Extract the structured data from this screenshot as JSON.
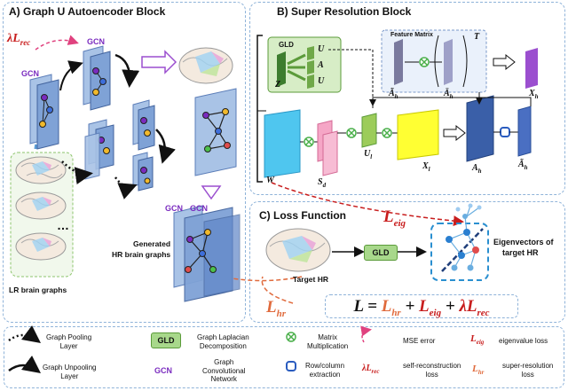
{
  "panels": {
    "a_title": "A) Graph U Autoencoder Block",
    "b_title": "B) Super Resolution Block",
    "c_title": "C) Loss Function"
  },
  "panel_a": {
    "lambda_rec": "λL",
    "lambda_rec_sub": "rec",
    "gcn_labels": [
      "GCN",
      "GCN",
      "GCN",
      "GCN"
    ],
    "lr_caption": "LR brain graphs",
    "ellipsis": "…",
    "generated_caption_1": "Generated",
    "generated_caption_2": "HR brain graphs"
  },
  "panel_b": {
    "gld_label": "GLD",
    "z_label": "Z",
    "u_labels": [
      "U",
      "A",
      "U"
    ],
    "feature_matrix_label": "Feature Matrix",
    "t_label": "T",
    "ah_tilde_1": "Ã",
    "ah_tilde_2": "Ā",
    "sub_h": "h",
    "xh_label": "X",
    "w_label": "W",
    "sd_label": "S",
    "sd_sub": "d",
    "ul_label": "U",
    "ul_sub": "l",
    "xl_label": "X",
    "xl_sub": "l",
    "ah_label": "A",
    "ah2_label": "Ã"
  },
  "panel_c": {
    "leig": "L",
    "leig_sub": "eig",
    "lhr": "L",
    "lhr_sub": "hr",
    "gld_label": "GLD",
    "target_hr": "Target HR",
    "eigen_caption_1": "Eigenvectors of",
    "eigen_caption_2": "target HR",
    "equation": {
      "lhs": "L = ",
      "t1": "L",
      "t1_sub": "hr",
      "plus1": " + ",
      "t2": "L",
      "t2_sub": "eig",
      "plus2": " + ",
      "t3": "λL",
      "t3_sub": "rec"
    }
  },
  "legend": {
    "pooling": "Graph Pooling\nLayer",
    "unpooling": "Graph Unpooling\nLayer",
    "gld_abbr": "GLD",
    "gld_desc": "Graph Laplacian\nDecomposition",
    "gcn_abbr": "GCN",
    "gcn_desc": "Graph\nConvolutional\nNetwork",
    "matmul": "Matrix\nMultiplication",
    "rowcol": "Row/column\nextraction",
    "mse": "MSE error",
    "lambda_rec": "λL",
    "lambda_rec_sub": "rec",
    "self_rec": "self-reconstruction\nloss",
    "leig": "L",
    "leig_sub": "eig",
    "eigen_loss": "eigenvalue loss",
    "lhr": "L",
    "lhr_sub": "hr",
    "sr_loss": "super-resolution\nloss"
  },
  "colors": {
    "panel_border": "#8fb3d9",
    "gcn_purple": "#7a2bbf",
    "red_loss": "#c81d1d",
    "orange_loss": "#e06a3c",
    "gld_green": "#a8d88b",
    "cyan_block": "#4fc6ef",
    "pink_block": "#f5a6c6",
    "yellow_block": "#ffff33",
    "green_block": "#9ccc5a",
    "violet_block": "#9b4fcf",
    "navy_block": "#3a5fa8"
  },
  "icons": [
    "brain-icon",
    "graph-icon",
    "matmul-icon",
    "rowcol-icon",
    "arrow-icon"
  ]
}
